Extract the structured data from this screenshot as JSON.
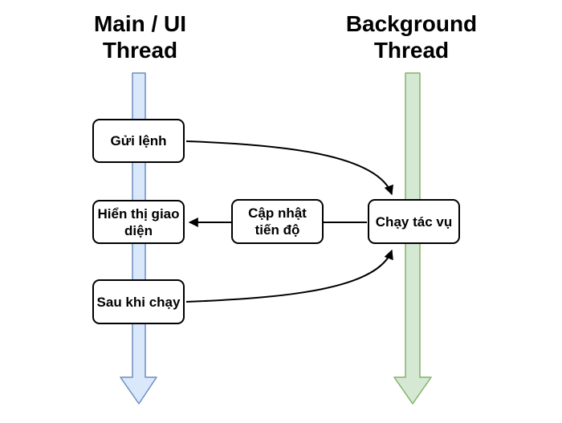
{
  "diagram": {
    "headings": {
      "main_thread": "Main / UI\nThread",
      "background_thread": "Background\nThread"
    },
    "nodes": {
      "send_command": "Gửi lệnh",
      "display_ui": "Hiển thị giao\ndiện",
      "update_progress": "Cập nhật\ntiến độ",
      "run_task": "Chạy tác vụ",
      "after_run": "Sau khi chạy"
    },
    "colors": {
      "main_thread_fill": "#dae8fc",
      "main_thread_stroke": "#6c8ebf",
      "background_thread_fill": "#d5e8d4",
      "background_thread_stroke": "#82b366",
      "connector": "#000000"
    }
  }
}
